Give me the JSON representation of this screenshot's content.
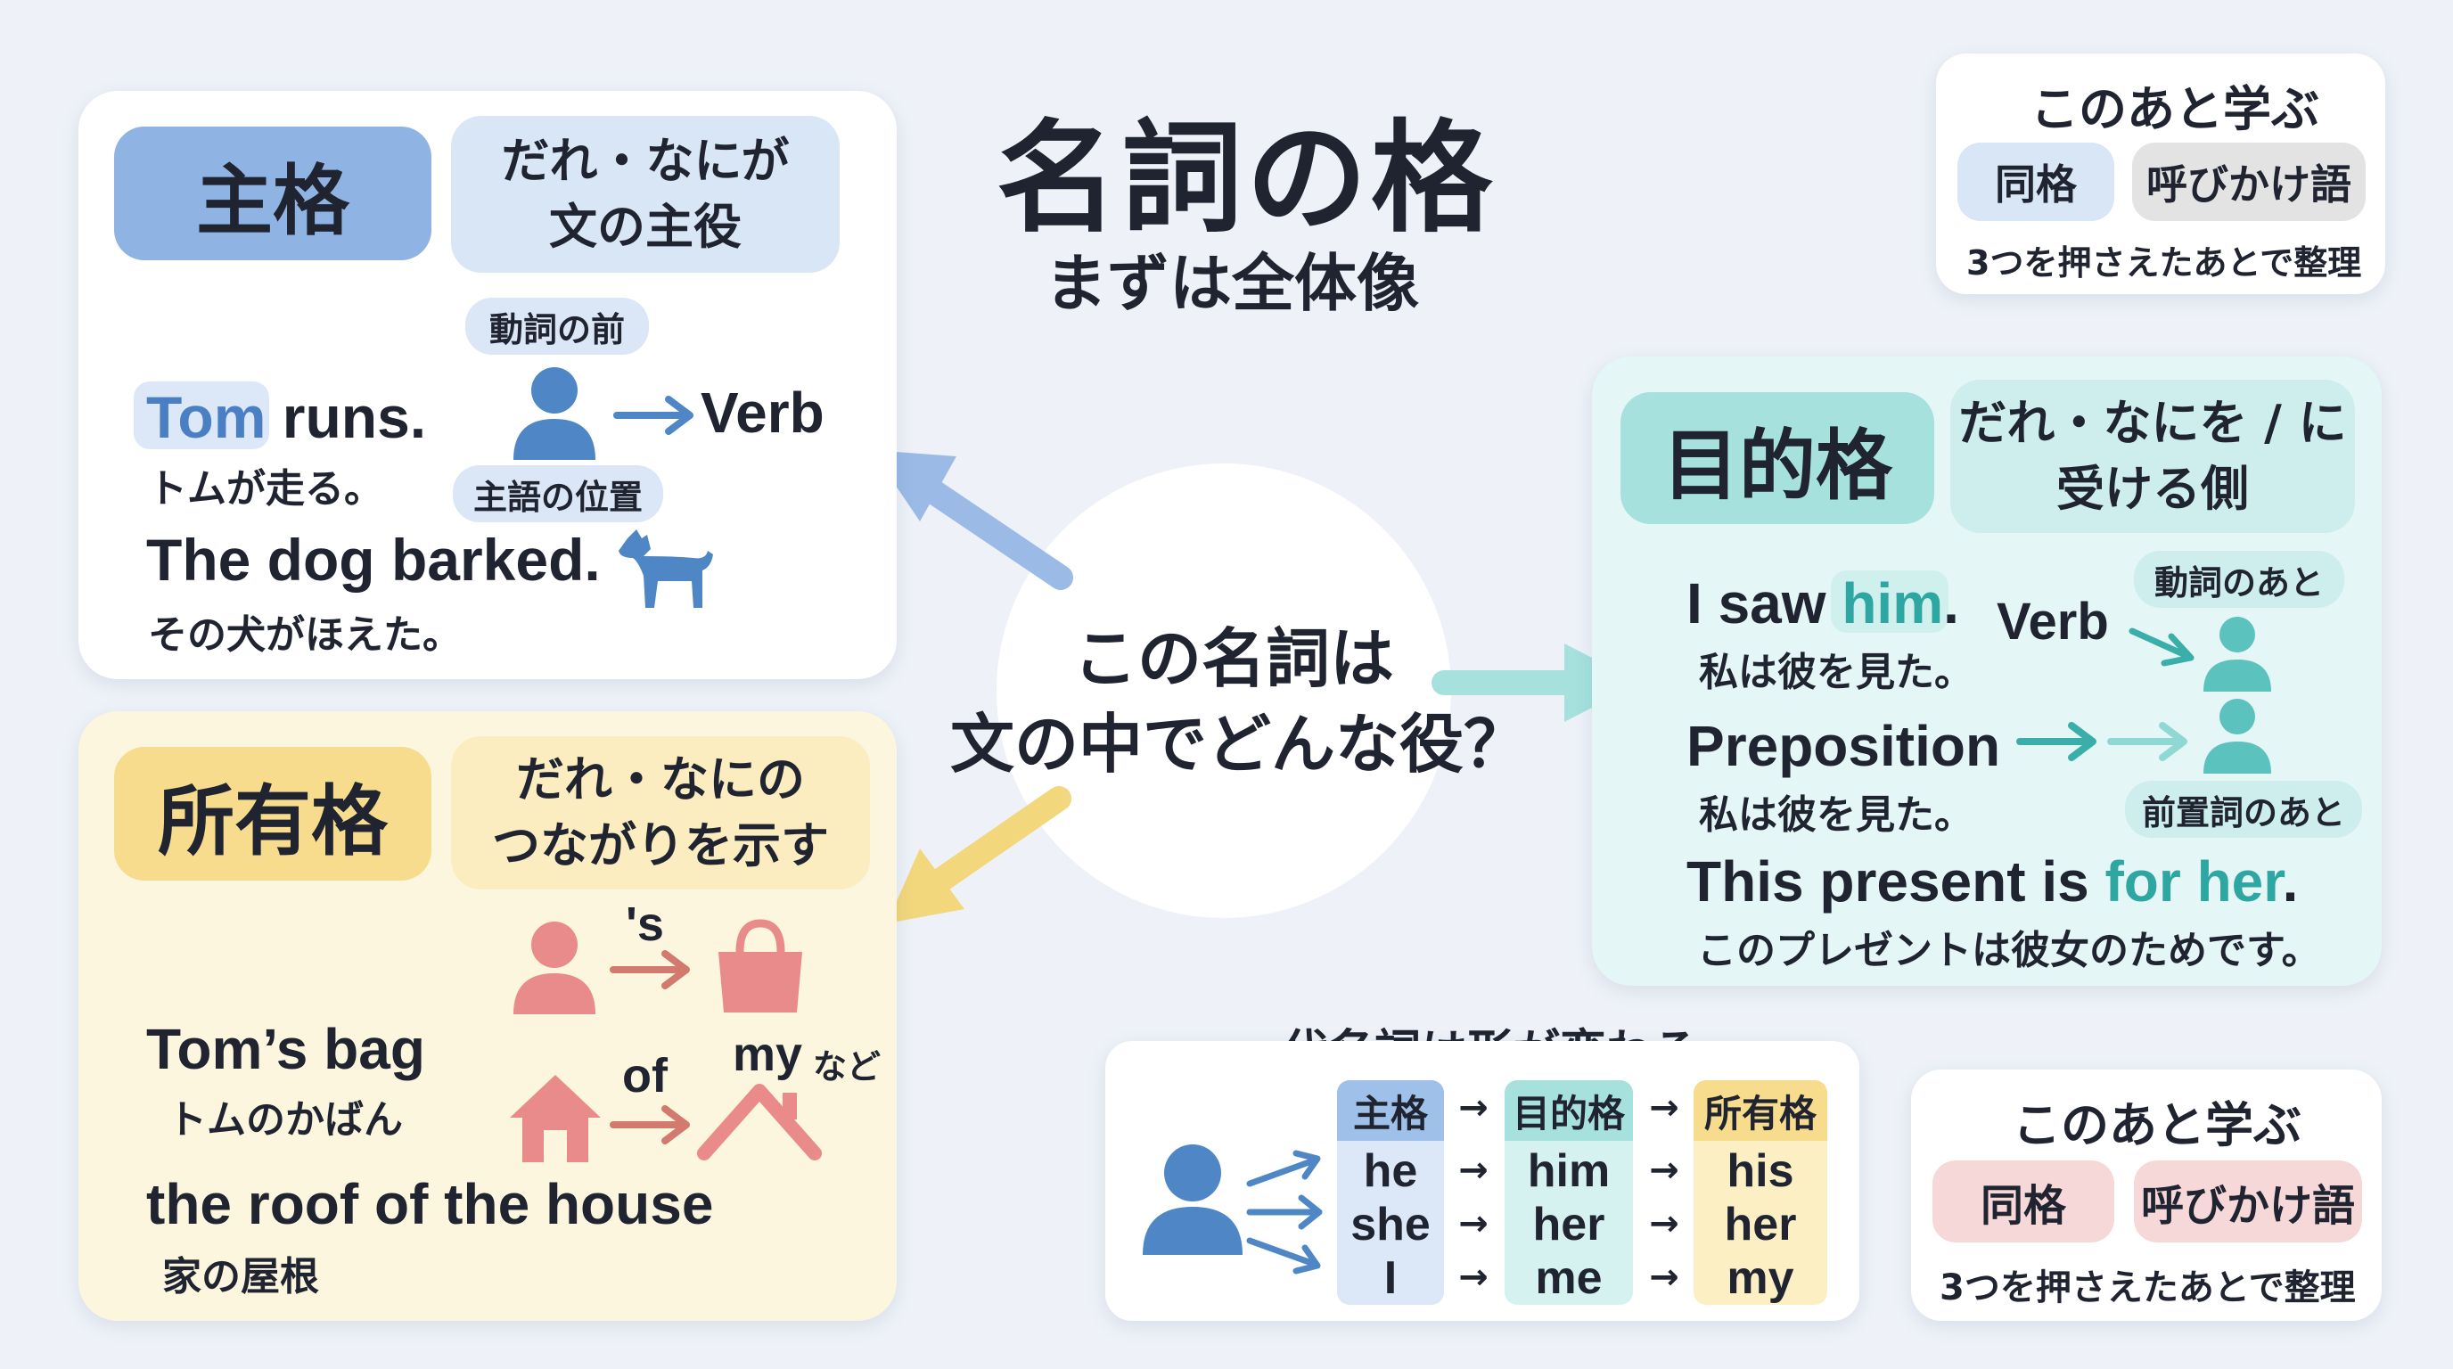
{
  "title": "名詞の格",
  "subtitle": "まずは全体像",
  "center_question": [
    "この名詞は",
    "文の中でどんな役？"
  ],
  "next_box_top": {
    "heading": "このあと学ぶ",
    "items": [
      "同格",
      "呼びかけ語"
    ],
    "note": "3つを押さえたあとで整理"
  },
  "next_box_bottom": {
    "heading": "このあと学ぶ",
    "items": [
      "同格",
      "呼びかけ語"
    ],
    "note": "3つを押さえたあとで整理"
  },
  "nominative": {
    "name": "主格",
    "desc": [
      "だれ・なにが",
      "文の主役"
    ],
    "tag_top": "動詞の前",
    "tag_bottom": "主語の位置",
    "verb_label": "Verb",
    "ex1_highlight": "Tom",
    "ex1_rest": " runs.",
    "ex1_jp": "トムが走る。",
    "ex2": "The dog barked.",
    "ex2_jp": "その犬がほえた。"
  },
  "objective": {
    "name": "目的格",
    "desc": [
      "だれ・なにを / に",
      "受ける側"
    ],
    "tag_top": "動詞のあと",
    "tag_bottom": "前置詞のあと",
    "verb_label": "Verb",
    "ex1_pre": "I saw ",
    "ex1_highlight": "him",
    "ex1_post": ".",
    "ex1_jp": "私は彼を見た。",
    "ex2": "Preposition",
    "ex2_jp": "私は彼を見た。",
    "ex3_pre": "This present is ",
    "ex3_highlight": "for her",
    "ex3_post": ".",
    "ex3_jp": "このプレゼントは彼女のためです。"
  },
  "possessive": {
    "name": "所有格",
    "desc": [
      "だれ・なにの",
      "つながりを示す"
    ],
    "marker_s": "'s",
    "marker_of": "of",
    "marker_my": "my",
    "marker_etc": "など",
    "ex1": "Tom’s bag",
    "ex1_jp": "トムのかばん",
    "ex2": "the roof of the house",
    "ex2_jp": "家の屋根"
  },
  "pronoun_table": {
    "heading": "代名詞は形が変わる",
    "columns": [
      {
        "header": "主格",
        "values": [
          "he",
          "she",
          "I"
        ]
      },
      {
        "header": "目的格",
        "values": [
          "him",
          "her",
          "me"
        ]
      },
      {
        "header": "所有格",
        "values": [
          "his",
          "her",
          "my"
        ]
      }
    ],
    "arrow": "→"
  },
  "colors": {
    "nominative": "#8fb4e3",
    "objective": "#a6e1de",
    "possessive": "#f6dc8c",
    "person_blue": "#4f86c6",
    "person_teal": "#5cc2bd",
    "person_pink": "#e98b8b"
  },
  "icons": [
    "person-icon",
    "dog-icon",
    "bag-icon",
    "house-icon",
    "roof-icon",
    "arrow-icon"
  ]
}
